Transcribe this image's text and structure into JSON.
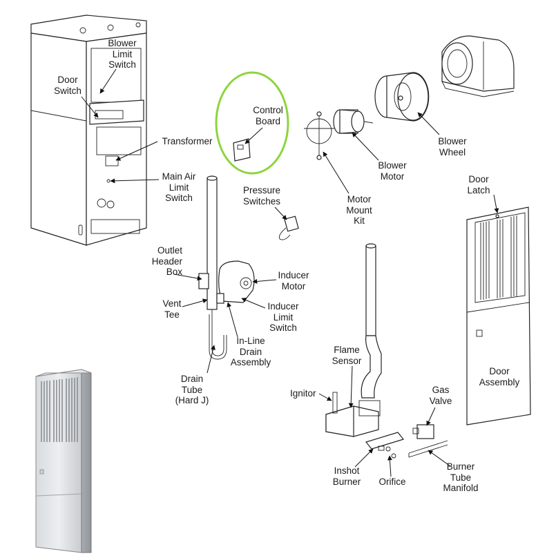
{
  "diagram": {
    "highlight_color": "#8dd43c",
    "labels": {
      "blower_limit_switch": "Blower\nLimit\nSwitch",
      "door_switch": "Door\nSwitch",
      "transformer": "Transformer",
      "main_air_limit_switch": "Main Air\nLimit\nSwitch",
      "control_board": "Control\nBoard",
      "pressure_switches": "Pressure\nSwitches",
      "motor_mount_kit": "Motor\nMount\nKit",
      "blower_motor": "Blower\nMotor",
      "blower_wheel": "Blower\nWheel",
      "door_latch": "Door\nLatch",
      "door_assembly": "Door\nAssembly",
      "outlet_header_box": "Outlet\nHeader\nBox",
      "inducer_motor": "Inducer\nMotor",
      "vent_tee": "Vent\nTee",
      "inducer_limit_switch": "Inducer\nLimit\nSwitch",
      "in_line_drain_assembly": "In-Line\nDrain\nAssembly",
      "drain_tube": "Drain\nTube\n(Hard J)",
      "flame_sensor": "Flame\nSensor",
      "ignitor": "Ignitor",
      "gas_valve": "Gas\nValve",
      "inshot_burner": "Inshot\nBurner",
      "orifice": "Orifice",
      "burner_tube_manifold": "Burner\nTube\nManifold"
    }
  }
}
